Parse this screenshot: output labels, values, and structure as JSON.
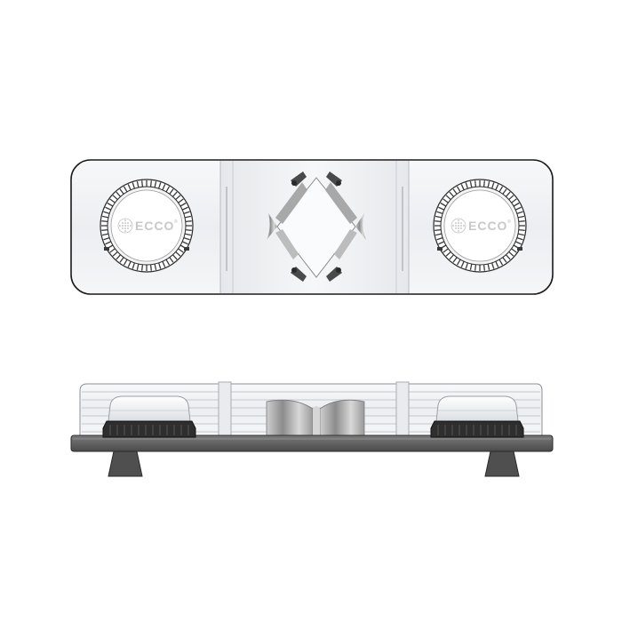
{
  "product": {
    "brand_text": "ECCO",
    "trademark": "®",
    "views": [
      "top-view",
      "front-view"
    ]
  },
  "colors": {
    "outline": "#1a1a1a",
    "lens": "#f2f3f5",
    "lens_shade": "#e3e5e8",
    "base": "#6a6a6a",
    "base_dark": "#3f3f3f",
    "feet": "#4a4a4a",
    "beacon_dark": "#2e2e2e"
  }
}
